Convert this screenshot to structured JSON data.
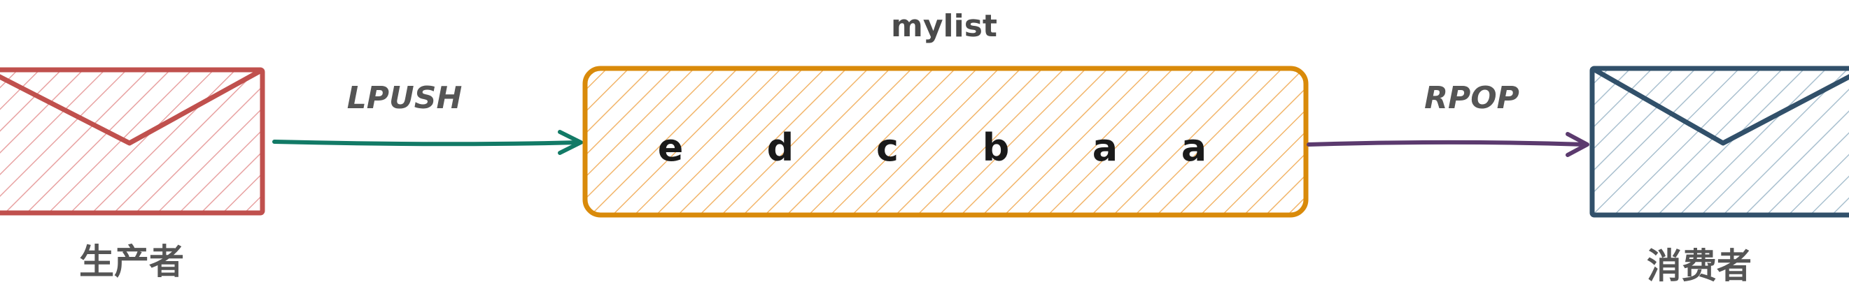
{
  "list": {
    "title": "mylist",
    "items": [
      "e",
      "d",
      "c",
      "b",
      "a",
      "a"
    ]
  },
  "operations": {
    "push": "LPUSH",
    "pop": "RPOP"
  },
  "producer": {
    "label": "生产者",
    "icon": "envelope-icon",
    "color": "#c0504d"
  },
  "consumer": {
    "label": "消费者",
    "icon": "envelope-icon",
    "color": "#31506a"
  },
  "colors": {
    "list_border": "#d98a0a",
    "list_hatch": "#f2b56a",
    "push_arrow": "#127a66",
    "pop_arrow": "#5b3a6e"
  }
}
